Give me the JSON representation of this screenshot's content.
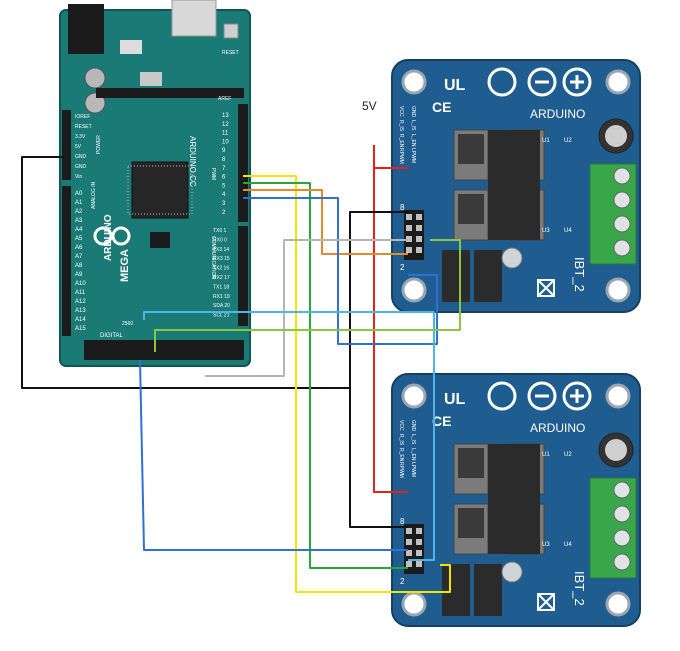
{
  "label_5v": "5V",
  "arduino": {
    "brand": "ARDUINO",
    "model": "MEGA",
    "website": "ARDUINO.CC",
    "year": "2560",
    "digital_label": "DIGITAL",
    "power_label": "POWER",
    "analog_label": "ANALOG IN",
    "communication_label": "COMMUNICATION",
    "pwm_label": "PWM",
    "reset_label": "RESET",
    "aref_label": "AREF",
    "power_pins": [
      "IOREF",
      "RESET",
      "3.3V",
      "5V",
      "GND",
      "GND",
      "Vin"
    ],
    "analog_pins": [
      "A0",
      "A1",
      "A2",
      "A3",
      "A4",
      "A5",
      "A6",
      "A7",
      "A8",
      "A9",
      "A10",
      "A11",
      "A12",
      "A13",
      "A14",
      "A15"
    ],
    "pwm_pins": [
      "13",
      "12",
      "11",
      "10",
      "9",
      "8",
      "7",
      "6",
      "5",
      "4",
      "3",
      "2"
    ],
    "comm_pins": [
      "TX0 1",
      "RX0 0",
      "TX3 14",
      "RX3 15",
      "TX2 16",
      "RX2 17",
      "TX1 18",
      "RX1 19",
      "SDA 20",
      "SCL 21"
    ]
  },
  "drivers": [
    {
      "name": "IBT_2",
      "brand": "ARDUINO",
      "pin_labels": [
        "VCC",
        "GND",
        "R_IS",
        "L_IS",
        "R_EN",
        "L_EN",
        "RPWM",
        "LPWM"
      ],
      "pin_marker_top": "8",
      "pin_marker_bottom": "2",
      "chip_labels": [
        "U1",
        "U2",
        "U3",
        "U4"
      ]
    },
    {
      "name": "IBT_2",
      "brand": "ARDUINO",
      "pin_labels": [
        "VCC",
        "GND",
        "R_IS",
        "L_IS",
        "R_EN",
        "L_EN",
        "RPWM",
        "LPWM"
      ],
      "pin_marker_top": "8",
      "pin_marker_bottom": "2",
      "chip_labels": [
        "U1",
        "U2",
        "U3",
        "U4"
      ]
    }
  ],
  "wire_colors": {
    "red": "#e8201a",
    "black": "#111111",
    "yellow": "#f2e600",
    "green": "#2aa53a",
    "orange": "#e58a2a",
    "blue": "#2f6fd6",
    "gray": "#b5b5b5",
    "light_blue": "#4fb4e8",
    "lime": "#8cc63e"
  },
  "board_colors": {
    "arduino_pcb": "#1a7a75",
    "driver_pcb": "#1f5c8f",
    "terminal_green": "#3aa64a"
  }
}
